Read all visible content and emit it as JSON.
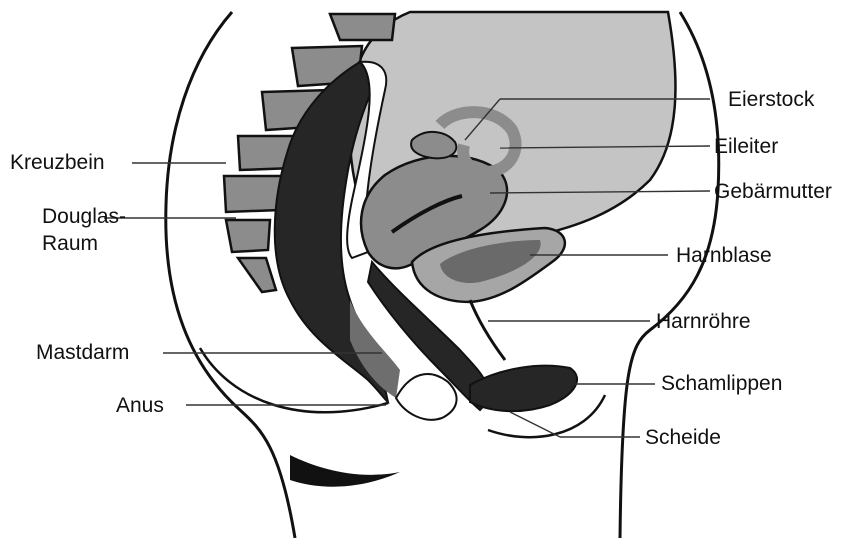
{
  "labels": {
    "kreuzbein": "Kreuzbein",
    "douglas_line1": "Douglas-",
    "douglas_line2": "Raum",
    "mastdarm": "Mastdarm",
    "anus": "Anus",
    "eierstock": "Eierstock",
    "eileiter": "Eileiter",
    "gebaermutter": "Gebärmutter",
    "harnblase": "Harnblase",
    "harnroehre": "Harnröhre",
    "schamlippen": "Schamlippen",
    "scheide": "Scheide"
  },
  "colors": {
    "outline": "#111111",
    "dark_organ": "#262626",
    "mid_organ": "#8c8c8c",
    "light_organ": "#bdbdbd",
    "body_fill": "#ffffff"
  }
}
